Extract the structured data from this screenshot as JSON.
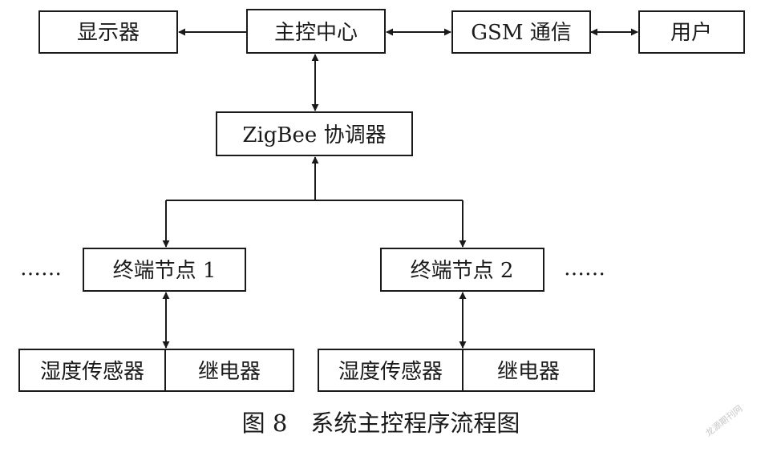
{
  "diagram": {
    "nodes": {
      "display": "显示器",
      "control_center": "主控中心",
      "gsm": "GSM 通信",
      "user": "用户",
      "coordinator": "ZigBee 协调器",
      "end_node_1": "终端节点 1",
      "end_node_2": "终端节点 2",
      "humidity_sensor_1": "湿度传感器",
      "relay_1": "继电器",
      "humidity_sensor_2": "湿度传感器",
      "relay_2": "继电器"
    },
    "ellipsis_left": "……",
    "ellipsis_right": "……",
    "caption": "图 8　系统主控程序流程图",
    "watermark": "龙源期刊网"
  }
}
